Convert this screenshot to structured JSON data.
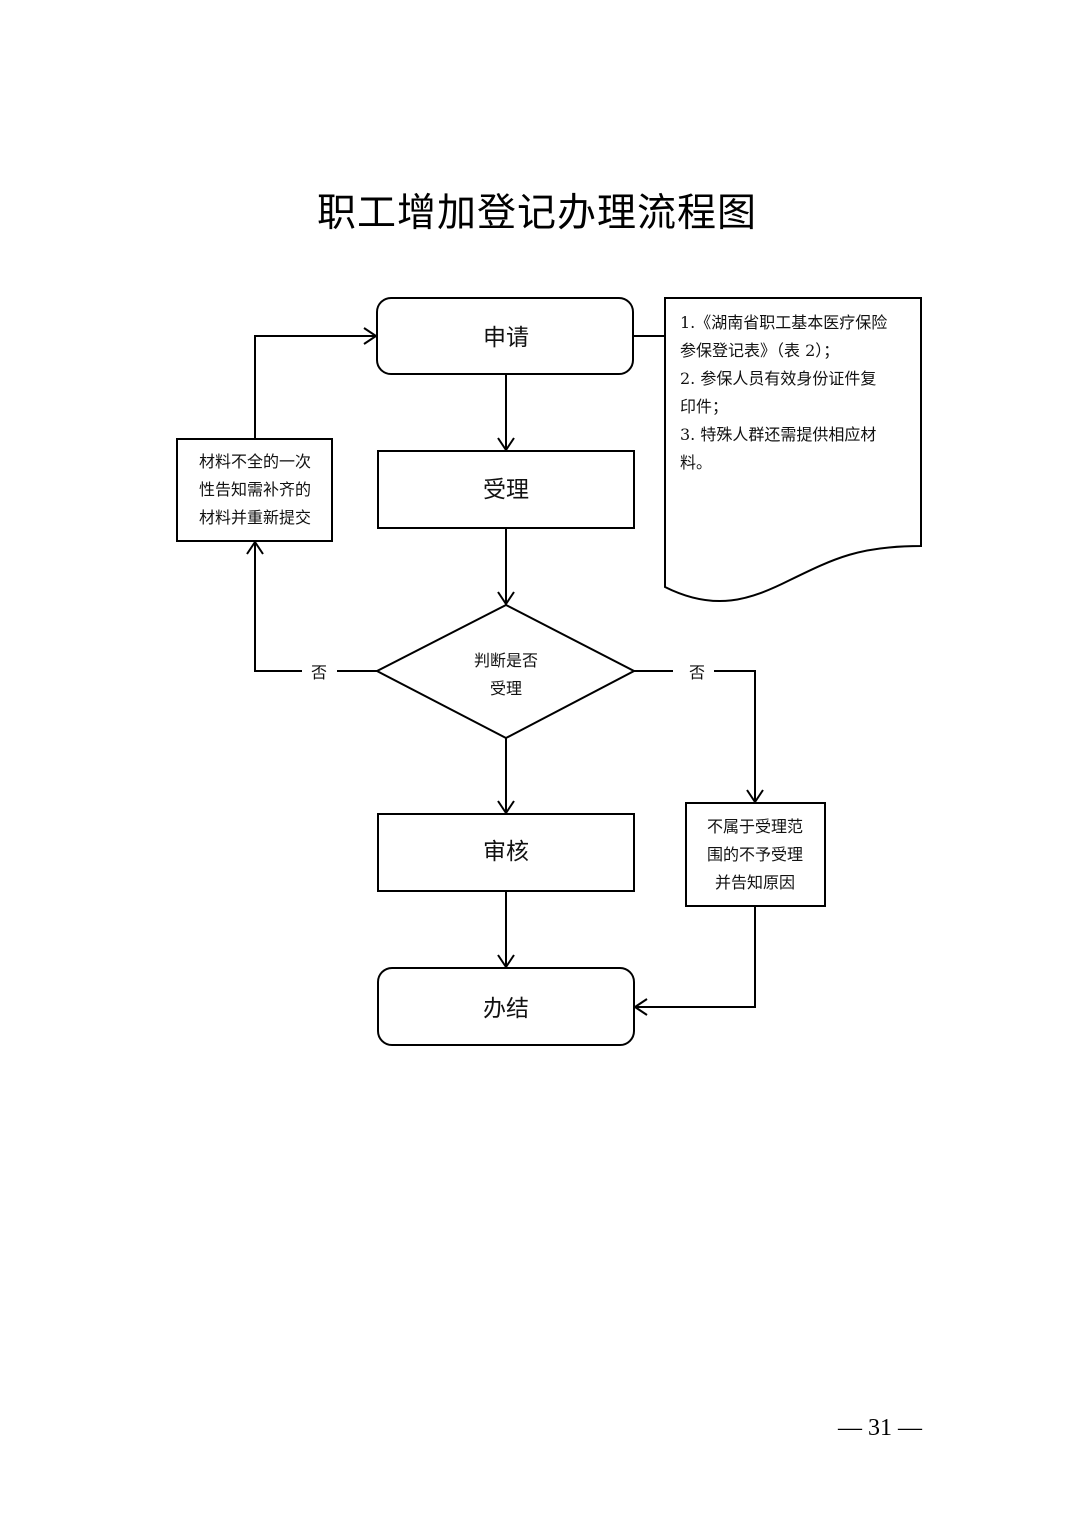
{
  "title": "职工增加登记办理流程图",
  "nodes": {
    "apply": "申请",
    "accept": "受理",
    "decision": [
      "判断是否",
      "受理"
    ],
    "review": "审核",
    "complete": "办结",
    "resubmit": [
      "材料不全的一次",
      "性告知需补齐的",
      "材料并重新提交"
    ],
    "reject": [
      "不属于受理范",
      "围的不予受理",
      "并告知原因"
    ]
  },
  "edge_labels": {
    "left_no": "否",
    "right_no": "否"
  },
  "document_note": {
    "lines": [
      "1.《湖南省职工基本医疗保险",
      "参保登记表》（表 2）；",
      "2. 参保人员有效身份证件复",
      "印件；",
      "3. 特殊人群还需提供相应材",
      "料。"
    ]
  },
  "page_number": "— 31 —"
}
